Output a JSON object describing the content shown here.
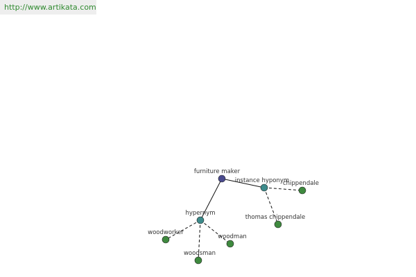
{
  "header": {
    "url": "http://www.artikata.com"
  },
  "colors": {
    "root": "#4a4a8e",
    "relation": "#3d8b8b",
    "leaf": "#3f8a3f"
  },
  "graph": {
    "nodes": [
      {
        "id": "furniture-maker",
        "label": "furniture maker",
        "kind": "root"
      },
      {
        "id": "instance-hyponym",
        "label": "instance hyponym",
        "kind": "relation"
      },
      {
        "id": "hypernym",
        "label": "hypernym",
        "kind": "relation"
      },
      {
        "id": "chippendale",
        "label": "chippendale",
        "kind": "leaf"
      },
      {
        "id": "thomas-chippendale",
        "label": "thomas chippendale",
        "kind": "leaf"
      },
      {
        "id": "woodworker",
        "label": "woodworker",
        "kind": "leaf"
      },
      {
        "id": "woodman",
        "label": "woodman",
        "kind": "leaf"
      },
      {
        "id": "woodsman",
        "label": "woodsman",
        "kind": "leaf"
      }
    ],
    "edges": [
      {
        "from": "furniture-maker",
        "to": "instance-hyponym",
        "style": "solid"
      },
      {
        "from": "furniture-maker",
        "to": "hypernym",
        "style": "solid"
      },
      {
        "from": "instance-hyponym",
        "to": "chippendale",
        "style": "dashed"
      },
      {
        "from": "instance-hyponym",
        "to": "thomas-chippendale",
        "style": "dashed"
      },
      {
        "from": "hypernym",
        "to": "woodworker",
        "style": "dashed"
      },
      {
        "from": "hypernym",
        "to": "woodman",
        "style": "dashed"
      },
      {
        "from": "hypernym",
        "to": "woodsman",
        "style": "dashed"
      }
    ]
  }
}
